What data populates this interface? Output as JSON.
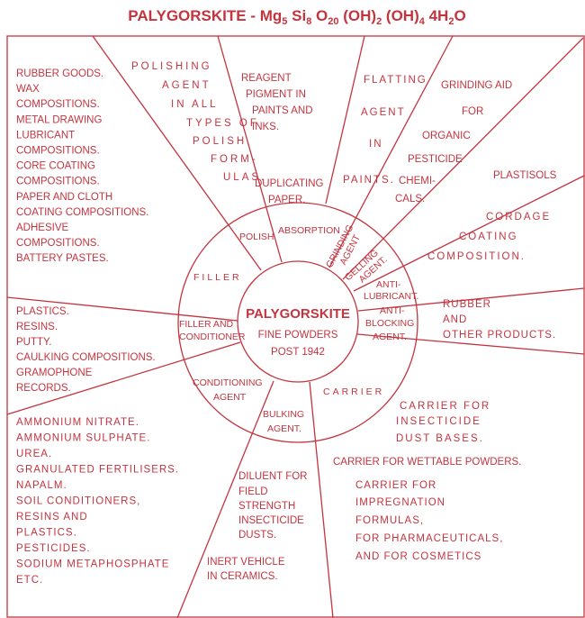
{
  "title": [
    {
      "t": "PALYGORSKITE - Mg"
    },
    {
      "t": "5",
      "sub": true
    },
    {
      "t": " Si"
    },
    {
      "t": "8",
      "sub": true
    },
    {
      "t": " O"
    },
    {
      "t": "20",
      "sub": true
    },
    {
      "t": " (OH)"
    },
    {
      "t": "2",
      "sub": true
    },
    {
      "t": " (OH)"
    },
    {
      "t": "4",
      "sub": true
    },
    {
      "t": " 4H"
    },
    {
      "t": "2",
      "sub": true
    },
    {
      "t": "O"
    }
  ],
  "center": {
    "name": "PALYGORSKITE",
    "subtitle": "FINE POWDERS",
    "era": "POST 1942"
  },
  "ring_labels": {
    "polish": [
      "POLISH"
    ],
    "absorption": [
      "ABSORPTION"
    ],
    "grinding_agent": [
      "GRINDING",
      "AGENT"
    ],
    "gelling_agent": [
      "GELLING",
      "AGENT."
    ],
    "anti_lubricant": [
      "ANTI-",
      "LUBRICANT."
    ],
    "anti_blocking": [
      "ANTI-",
      "BLOCKING",
      "AGENT."
    ],
    "carrier": [
      "CARRIER"
    ],
    "bulking_agent": [
      "BULKING",
      "AGENT."
    ],
    "conditioning_agent": [
      "CONDITIONING",
      "AGENT"
    ],
    "filler_conditioner": [
      "FILLER AND",
      "CONDITIONER"
    ],
    "filler": [
      "FILLER"
    ]
  },
  "applications": {
    "filler_uses": [
      "RUBBER GOODS.",
      "WAX",
      "COMPOSITIONS.",
      "METAL DRAWING",
      "LUBRICANT",
      "COMPOSITIONS.",
      "CORE COATING",
      "COMPOSITIONS.",
      "PAPER AND CLOTH",
      "COATING COMPOSITIONS.",
      "ADHESIVE",
      "COMPOSITIONS.",
      "BATTERY PASTES."
    ],
    "polish_uses": [
      "POLISHING",
      "AGENT",
      "IN ALL",
      "TYPES OF",
      "POLISH",
      "FORM-",
      "ULAS."
    ],
    "absorption_uses_a": [
      "REAGENT",
      "PIGMENT IN",
      "PAINTS AND",
      "INKS."
    ],
    "absorption_uses_b": [
      "DUPLICATING",
      "PAPER."
    ],
    "flatting_uses": [
      "FLATTING",
      "AGENT",
      "IN",
      "PAINTS."
    ],
    "grinding_uses": [
      "GRINDING AID",
      "FOR",
      "ORGANIC",
      "PESTICIDE",
      "CHEMI-",
      "CALS."
    ],
    "gelling_uses": [
      "PLASTISOLS"
    ],
    "anti_lubricant_uses": [
      "CORDAGE",
      "COATING",
      "COMPOSITION."
    ],
    "anti_blocking_uses": [
      "RUBBER",
      "AND",
      "OTHER PRODUCTS."
    ],
    "filler_conditioner_uses": [
      "PLASTICS.",
      "RESINS.",
      "PUTTY.",
      "CAULKING COMPOSITIONS.",
      "GRAMOPHONE",
      "RECORDS."
    ],
    "conditioning_uses": [
      "AMMONIUM NITRATE.",
      "AMMONIUM SULPHATE.",
      "UREA.",
      "GRANULATED FERTILISERS.",
      "NAPALM.",
      "SOIL CONDITIONERS,",
      "RESINS AND",
      "PLASTICS.",
      "PESTICIDES.",
      "SODIUM METAPHOSPHATE",
      "ETC."
    ],
    "bulking_uses_a": [
      "DILUENT FOR",
      "FIELD",
      "STRENGTH",
      "INSECTICIDE",
      "DUSTS."
    ],
    "bulking_uses_b": [
      "INERT VEHICLE",
      "IN CERAMICS."
    ],
    "carrier_uses_a": [
      "CARRIER FOR",
      "INSECTICIDE",
      "DUST BASES."
    ],
    "carrier_uses_b": [
      "CARRIER FOR WETTABLE POWDERS."
    ],
    "carrier_uses_c": [
      "CARRIER FOR",
      "IMPREGNATION",
      "FORMULAS,",
      "FOR PHARMACEUTICALS,",
      "AND FOR COSMETICS"
    ]
  },
  "colors": {
    "ink": "#c4343f",
    "background": "#ffffff"
  }
}
